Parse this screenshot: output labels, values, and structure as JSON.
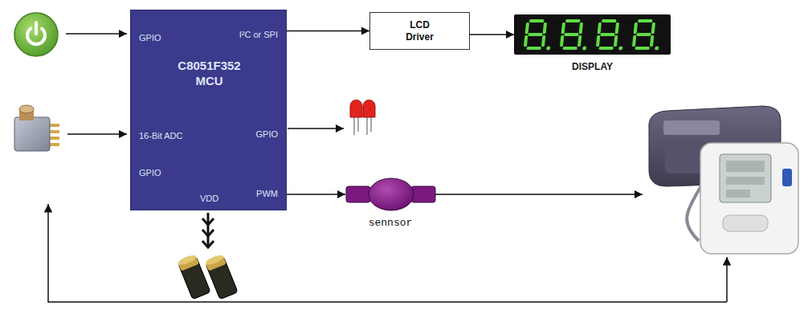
{
  "diagram": {
    "nodes": [
      {
        "text": [
          "GPIO",
          "I²C or SPI",
          "C8051F352 MCU",
          "16-Bit ADC",
          "GPIO",
          "GPIO",
          "PWM",
          "VDD"
        ]
      },
      {
        "text": [
          "LCD Driver"
        ]
      },
      {
        "text": [
          "DISPLAY"
        ]
      },
      {
        "text": [
          "sennsor"
        ]
      }
    ],
    "edges": [
      {
        "from": 0,
        "to": 1,
        "arrow": "to"
      },
      {
        "from": 1,
        "to": 2,
        "arrow": "to"
      },
      {
        "from": 0,
        "to": 3,
        "arrow": "to"
      }
    ]
  }
}
